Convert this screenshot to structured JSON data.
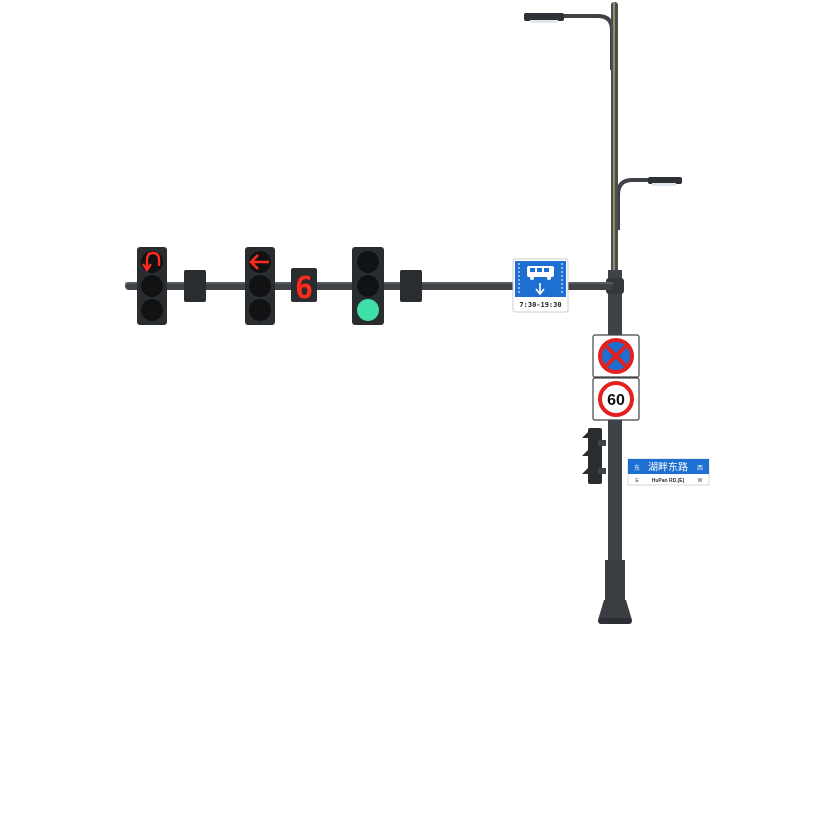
{
  "scene": {
    "background": "#ffffff",
    "pole_color": "#3f4347",
    "housing_color": "#2a2d30",
    "lamp_off_color": "#111214",
    "red_color": "#ff2a1e",
    "green_color": "#3fe0a8",
    "sign_blue": "#1d6fd1"
  },
  "signals": {
    "uturn": {
      "icon": "u-turn-arrow-icon",
      "lit": "red"
    },
    "left": {
      "icon": "left-arrow-icon",
      "lit": "red"
    },
    "countdown": {
      "value": "6"
    },
    "main": {
      "lit": "green"
    }
  },
  "bus_lane_sign": {
    "icon": "bus-icon",
    "arrow_icon": "down-arrow-icon",
    "hours": "7:30-19:30"
  },
  "regulatory_signs": {
    "no_parking": {
      "icon": "no-parking-icon"
    },
    "speed_limit": {
      "value": "60"
    }
  },
  "street_sign": {
    "east_cn": "东",
    "name_cn": "湖畔东路",
    "west_cn": "西",
    "east_en": "E",
    "name_en": "HuPan RD.(E)",
    "west_en": "W"
  }
}
